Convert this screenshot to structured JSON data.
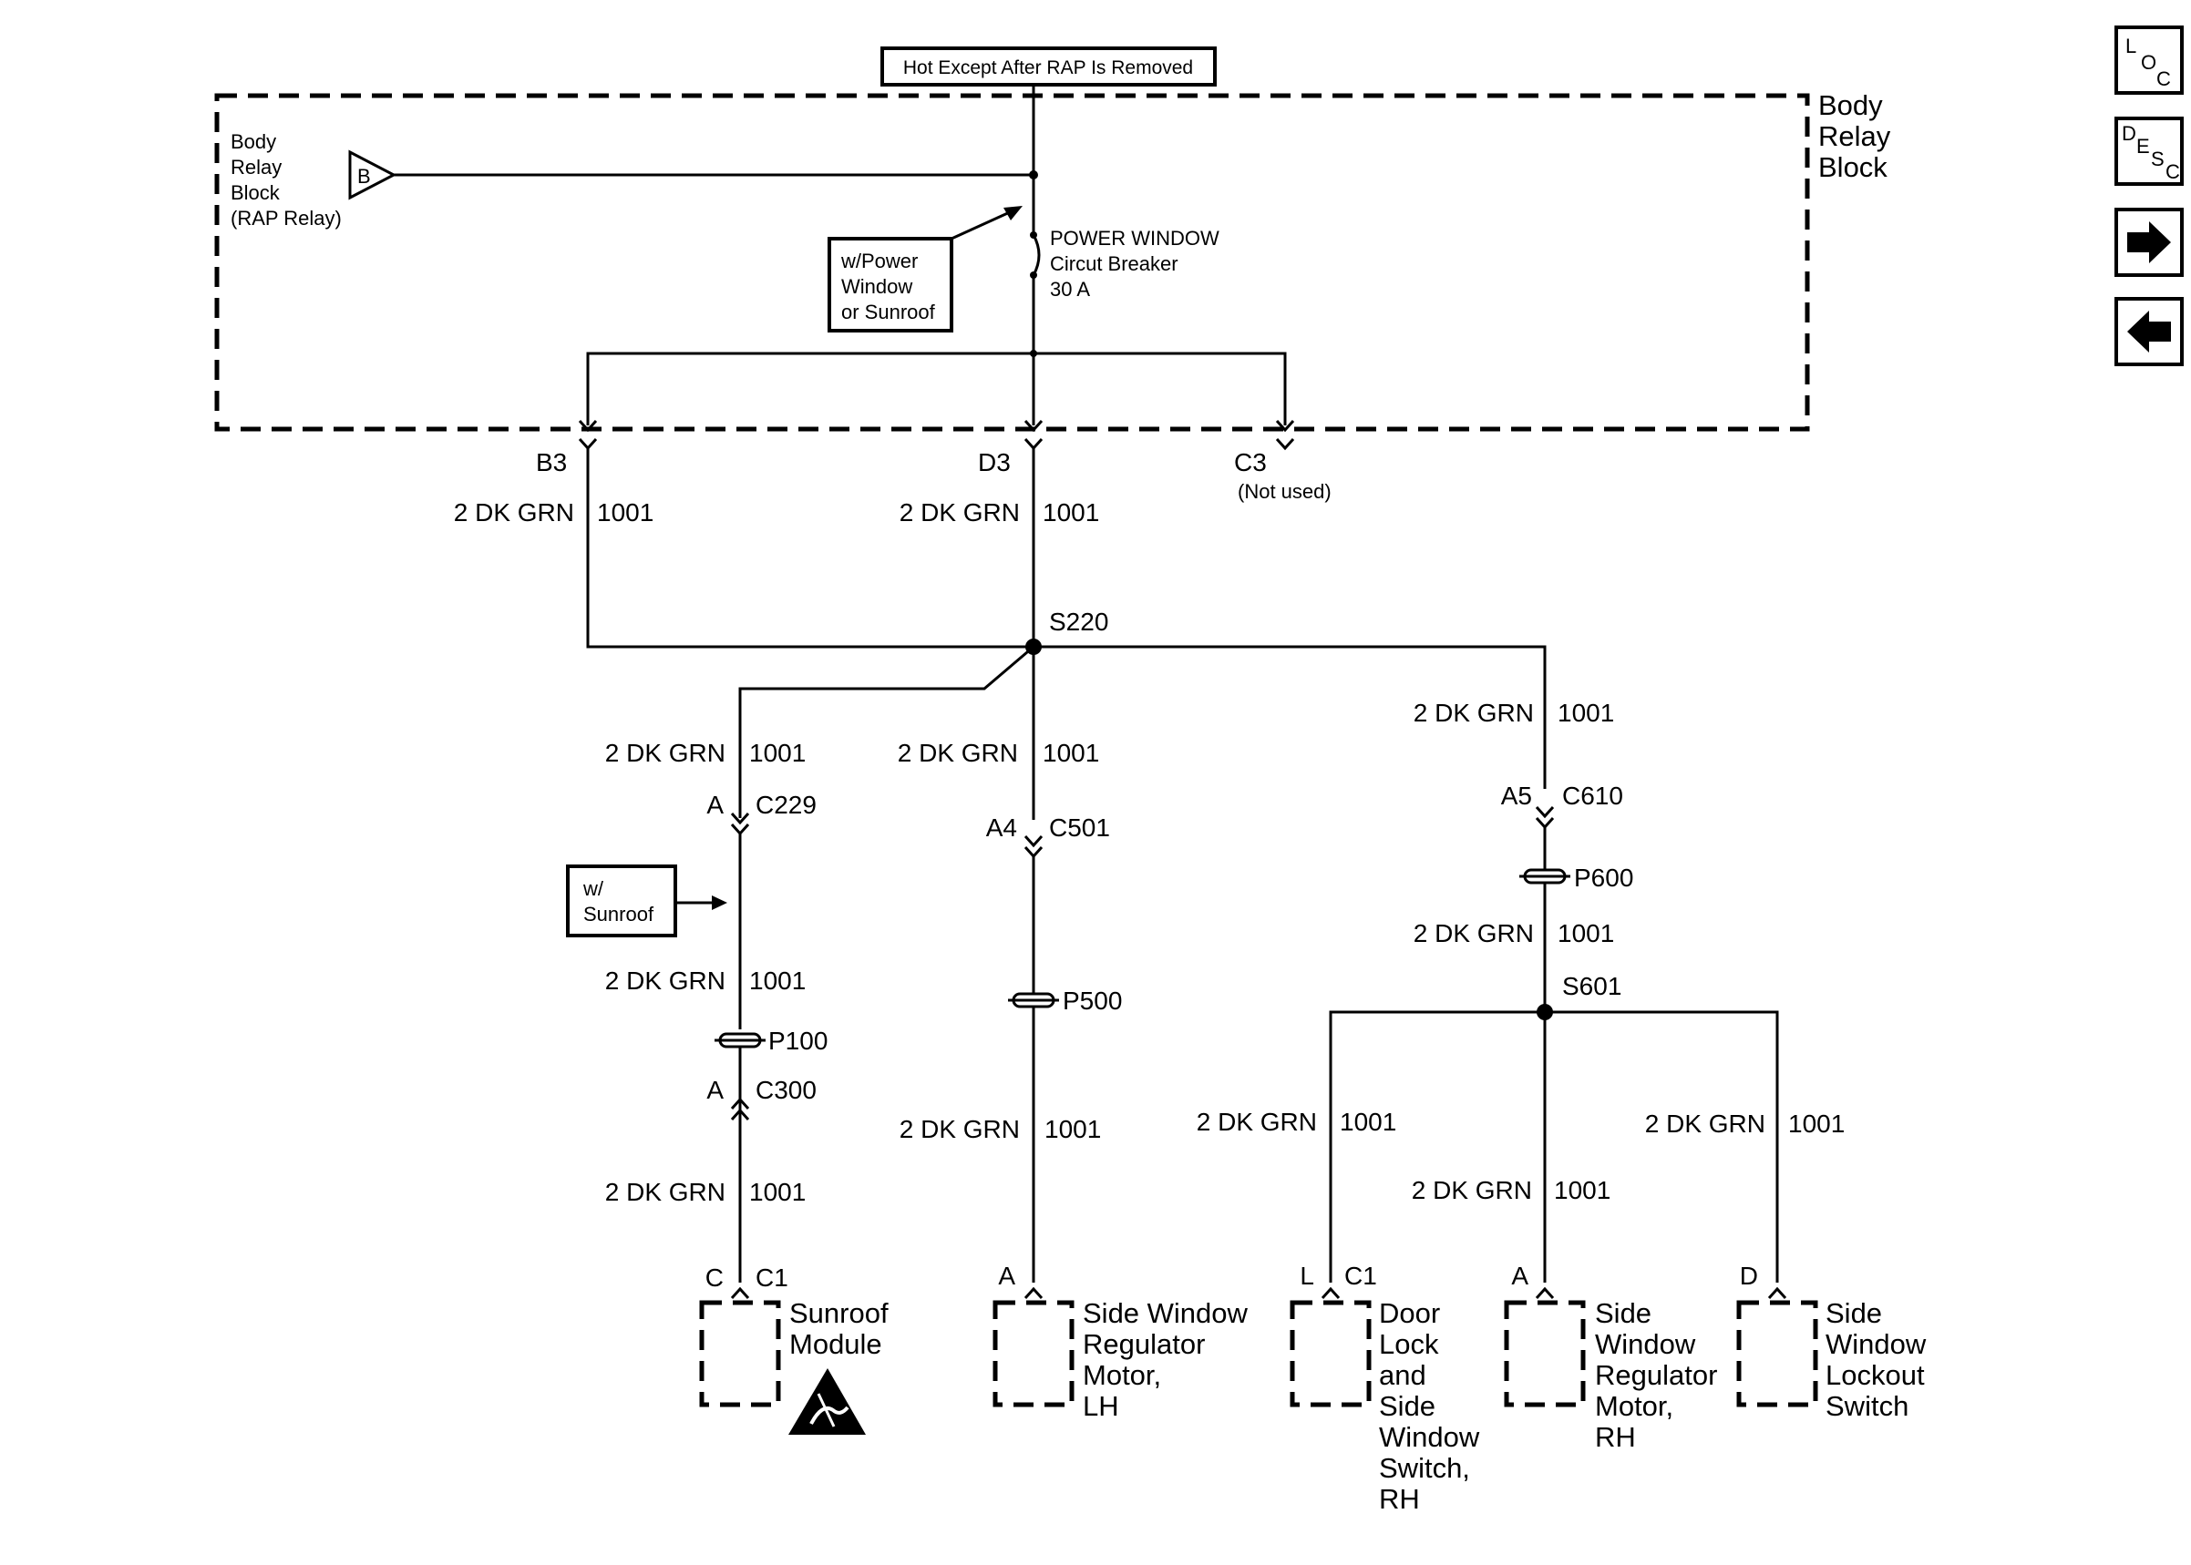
{
  "top_label": "Hot Except After RAP Is Removed",
  "body_relay_block": {
    "title_lines": [
      "Body",
      "Relay",
      "Block"
    ],
    "rap_lines": [
      "Body",
      "Relay",
      "Block",
      "(RAP Relay)"
    ],
    "source_letter": "B"
  },
  "option_power_window": [
    "w/Power",
    "Window",
    "or Sunroof"
  ],
  "option_sunroof": [
    "w/",
    "Sunroof"
  ],
  "breaker": [
    "POWER WINDOW",
    "Circut Breaker",
    "30 A"
  ],
  "outputs": {
    "b3": "B3",
    "d3": "D3",
    "c3": "C3",
    "c3_note": "(Not used)"
  },
  "wire": {
    "color": "2 DK GRN",
    "circuit": "1001"
  },
  "splices": {
    "s220": "S220",
    "s601": "S601"
  },
  "connectors": {
    "a_c229_pin": "A",
    "c229": "C229",
    "a4": "A4",
    "c501": "C501",
    "a5": "A5",
    "c610": "C610",
    "a_c300_pin": "A",
    "c300": "C300"
  },
  "pass_throughs": {
    "p100": "P100",
    "p500": "P500",
    "p600": "P600"
  },
  "components": {
    "sunroof": {
      "pin": "C",
      "conn": "C1",
      "lines": [
        "Sunroof",
        "Module"
      ]
    },
    "lh_motor": {
      "pin": "A",
      "lines": [
        "Side Window",
        "Regulator",
        "Motor,",
        "LH"
      ]
    },
    "door_lock_switch": {
      "pin": "L",
      "conn": "C1",
      "lines": [
        "Door",
        "Lock",
        "and",
        "Side",
        "Window",
        "Switch,",
        "RH"
      ]
    },
    "rh_motor": {
      "pin": "A",
      "lines": [
        "Side",
        "Window",
        "Regulator",
        "Motor,",
        "RH"
      ]
    },
    "lockout_switch": {
      "pin": "D",
      "lines": [
        "Side",
        "Window",
        "Lockout",
        "Switch"
      ]
    }
  },
  "nav": {
    "loc_letters": [
      "L",
      "O",
      "C"
    ],
    "desc_letters": [
      "D",
      "E",
      "S",
      "C"
    ],
    "next_icon": "arrow-right-icon",
    "prev_icon": "arrow-left-icon"
  }
}
